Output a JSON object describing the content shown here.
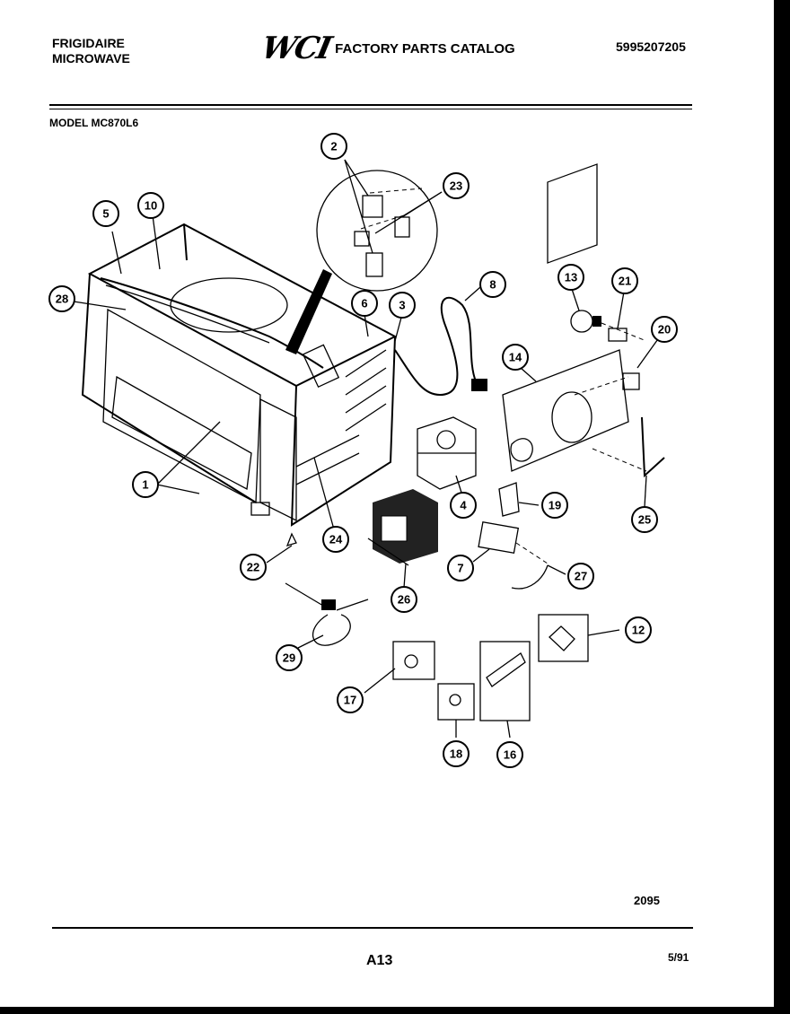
{
  "header": {
    "brand_line1": "FRIGIDAIRE",
    "brand_line2": "MICROWAVE",
    "logo": "WCI",
    "catalog_title": "FACTORY PARTS CATALOG",
    "catalog_number": "5995207205"
  },
  "model": "MODEL MC870L6",
  "callouts": [
    "1",
    "2",
    "3",
    "4",
    "5",
    "6",
    "7",
    "8",
    "10",
    "12",
    "13",
    "14",
    "16",
    "17",
    "18",
    "19",
    "20",
    "21",
    "22",
    "23",
    "24",
    "25",
    "26",
    "27",
    "28",
    "29"
  ],
  "footer": {
    "drawing_code": "2095",
    "page": "A13",
    "date": "5/91"
  }
}
